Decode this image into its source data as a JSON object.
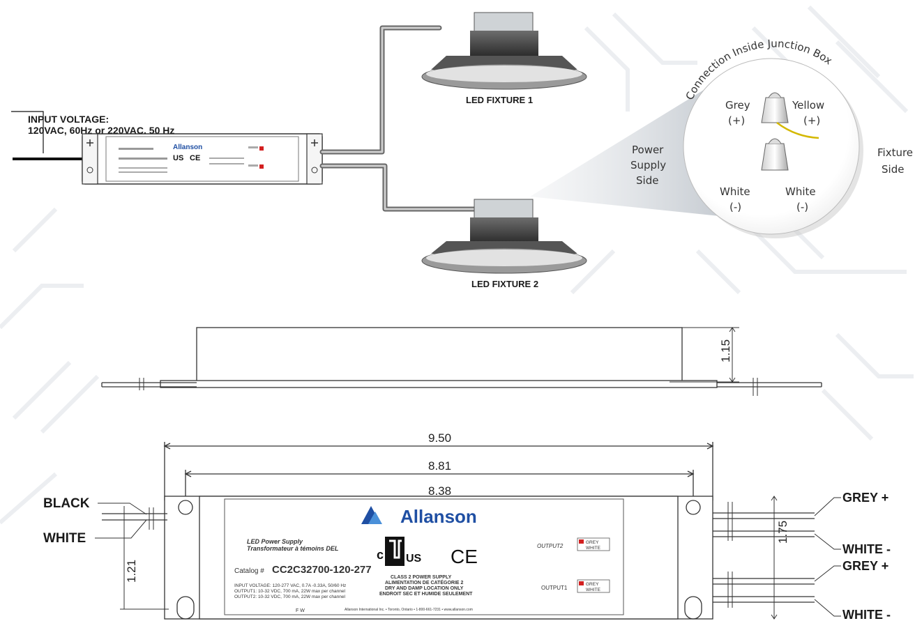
{
  "wiring": {
    "input_label_line1": "INPUT VOLTAGE:",
    "input_label_line2": "120VAC, 60Hz or 220VAC, 50 Hz",
    "fixture1": "LED FIXTURE 1",
    "fixture2": "LED FIXTURE 2"
  },
  "junction": {
    "title": "Connection Inside Junction Box",
    "power_supply_side": [
      "Power",
      "Supply",
      "Side"
    ],
    "fixture_side": [
      "Fixture",
      "Side"
    ],
    "grey": "Grey",
    "grey_pol": "(+)",
    "yellow": "Yellow",
    "yellow_pol": "(+)",
    "white_left": "White",
    "white_left_pol": "(-)",
    "white_right": "White",
    "white_right_pol": "(-)"
  },
  "dimensions": {
    "height": "1.15",
    "overall_length": "9.50",
    "mount_length": "8.81",
    "body_length": "8.38",
    "width": "1.75",
    "hole_offset": "1.21"
  },
  "wires": {
    "black": "BLACK",
    "white": "WHITE",
    "grey_plus_1": "GREY +",
    "white_minus_1": "WHITE -",
    "grey_plus_2": "GREY +",
    "white_minus_2": "WHITE -"
  },
  "product_label": {
    "brand": "Allanson",
    "line1": "LED Power Supply",
    "line2": "Transformateur à témoins DEL",
    "catalog_prefix": "Catalog #",
    "catalog": "CC2C32700-120-277",
    "ul_mark": "US",
    "ce_mark": "CE",
    "input_line": "INPUT VOLTAGE: 120-277 VAC, 0.7A -0.33A, 50/60 Hz",
    "output1_line": "OUTPUT1: 10-32 VDC, 700 mA, 22W max per channel",
    "output2_line": "OUTPUT2: 10-32 VDC, 700 mA, 22W max per channel",
    "class2_line1": "CLASS 2 POWER SUPPLY",
    "class2_line2": "ALIMENTATION DE CATÉGORIE 2",
    "class2_line3": "DRY AND DAMP LOCATION ONLY",
    "class2_line4": "ENDROIT SEC ET HUMIDE SEULEMENT",
    "output2": "OUTPUT2",
    "output1": "OUTPUT1",
    "out_grey": "GREY",
    "out_white": "WHITE",
    "footer": "Allanson International Inc. • Toronto, Ontario • 1-800-661-7231 • www.allanson.com",
    "fw": "F W"
  },
  "colors": {
    "circuit": "#eceef1",
    "wire_grey": "#9a9a9a",
    "yellow_wire": "#d4b800",
    "brand_blue": "#1f4fa3",
    "red_mark": "#d32020"
  }
}
